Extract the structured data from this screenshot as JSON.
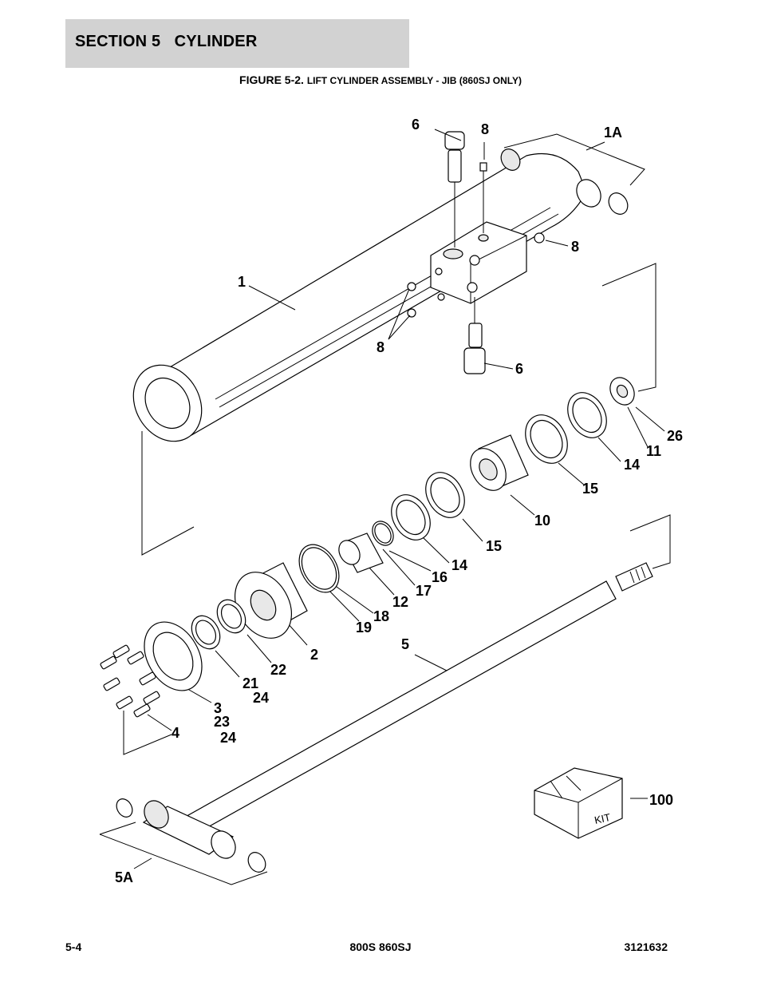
{
  "header": {
    "section": "SECTION 5   CYLINDER",
    "figure_prefix": "FIGURE 5-2.",
    "figure_title": "LIFT CYLINDER ASSEMBLY - JIB (860SJ ONLY)"
  },
  "callouts": {
    "c6_top": "6",
    "c8_top": "8",
    "c1A": "1A",
    "c8_right": "8",
    "c1": "1",
    "c8_left": "8",
    "c6_mid": "6",
    "c26": "26",
    "c11": "11",
    "c14_a": "14",
    "c15_a": "15",
    "c10": "10",
    "c15_b": "15",
    "c14_b": "14",
    "c16": "16",
    "c17": "17",
    "c12": "12",
    "c18": "18",
    "c19": "19",
    "c5": "5",
    "c2": "2",
    "c22": "22",
    "c21": "21",
    "c24_a": "24",
    "c3": "3",
    "c23": "23",
    "c24_b": "24",
    "c4": "4",
    "c100": "100",
    "c5A": "5A",
    "kit_label": "KIT"
  },
  "footer": {
    "page": "5-4",
    "model": "800S 860SJ",
    "doc_number": "3121632"
  }
}
